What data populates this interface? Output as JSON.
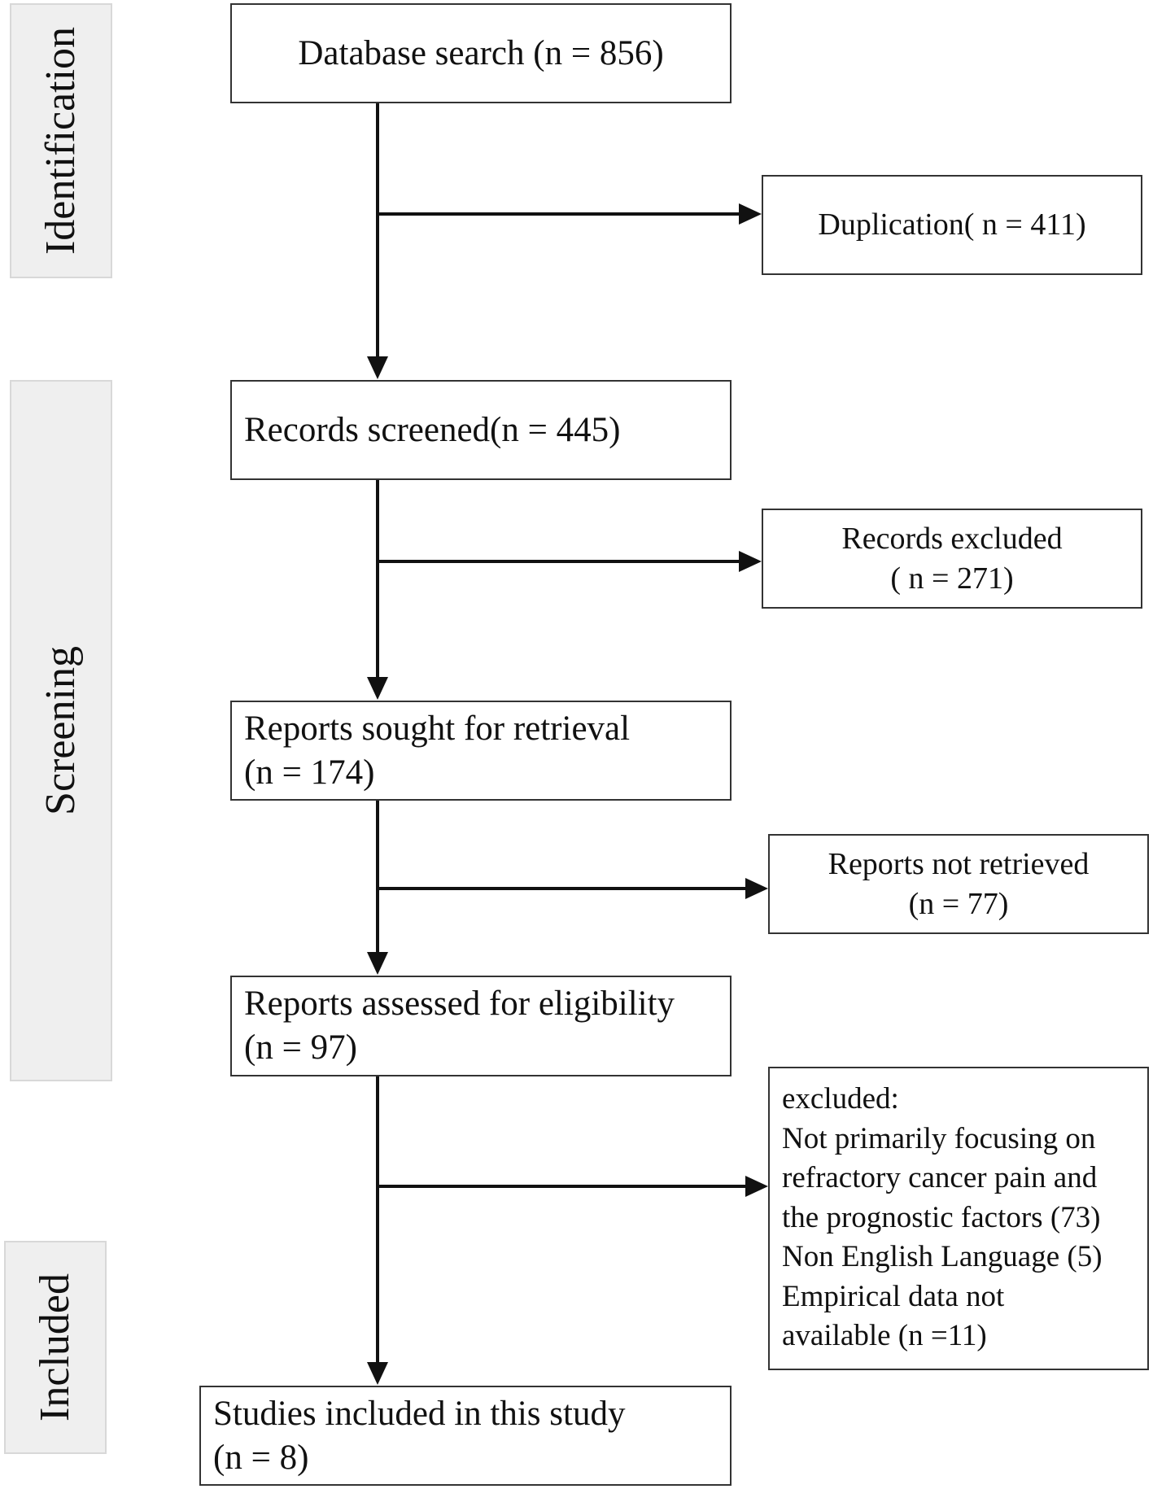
{
  "phases": {
    "identification": "Identification",
    "screening": "Screening",
    "included": "Included"
  },
  "boxes": {
    "database_search": "Database search (n = 856)",
    "duplication": "Duplication( n = 411)",
    "records_screened": "Records screened(n = 445)",
    "records_excluded": {
      "line1": "Records excluded",
      "line2": "( n = 271)"
    },
    "reports_sought": {
      "line1": "Reports sought for retrieval",
      "line2": "(n = 174)"
    },
    "reports_not_retrieved": {
      "line1": "Reports not retrieved",
      "line2": "(n = 77)"
    },
    "reports_assessed": {
      "line1": "Reports assessed for eligibility",
      "line2": "(n = 97)"
    },
    "excluded_reasons": {
      "lines": [
        "excluded:",
        "Not primarily focusing on",
        "refractory cancer pain and",
        "the prognostic factors (73)",
        "Non English Language (5)",
        "Empirical data not",
        "available (n =11)"
      ]
    },
    "studies_included": {
      "line1": "Studies included in this study",
      "line2": "(n = 8)"
    }
  },
  "colors": {
    "line": "#111111",
    "box_border": "#333333",
    "phase_fill": "#efefef",
    "phase_border": "#d8d8d8"
  }
}
